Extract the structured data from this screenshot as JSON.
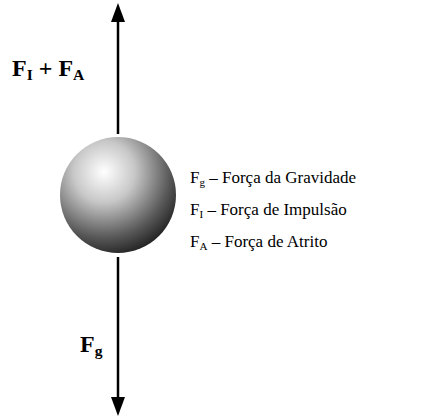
{
  "diagram": {
    "labels": [
      "FI + FA",
      "Fg – Força da Gravidade",
      "FI – Força de Impulsão",
      "FA – Força de Atrito",
      "Fg"
    ]
  }
}
